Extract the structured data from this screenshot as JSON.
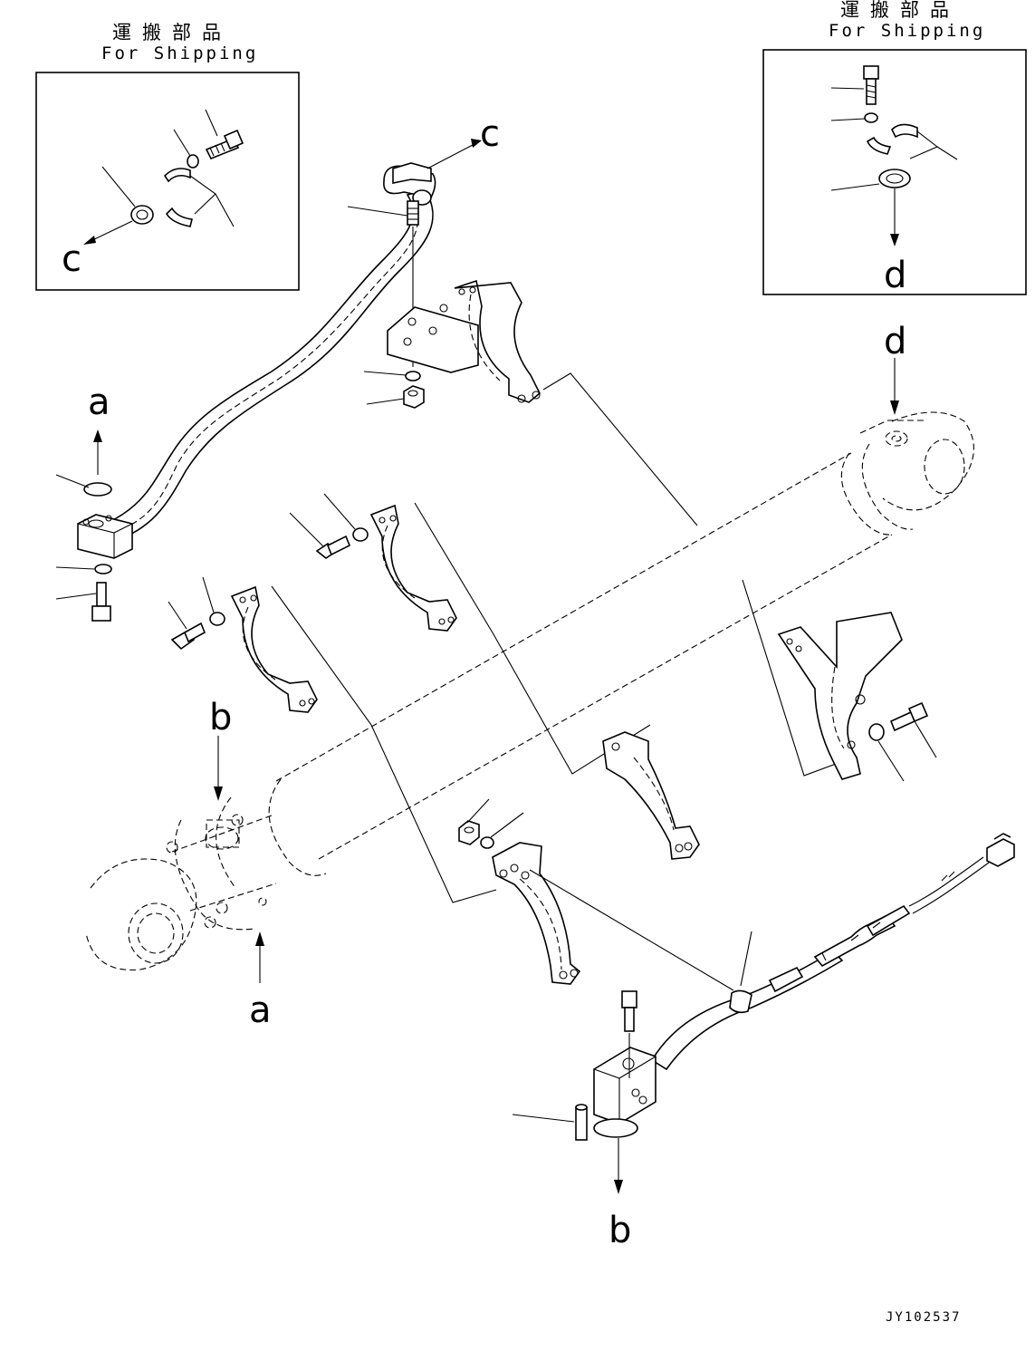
{
  "shipping_left": {
    "title_jp": "運搬部品",
    "title_en": "For Shipping"
  },
  "shipping_right": {
    "title_jp": "運搬部品",
    "title_en": "For Shipping"
  },
  "refs": {
    "a": "a",
    "b": "b",
    "c": "c",
    "d": "d"
  },
  "drawing_code": "JY102537"
}
